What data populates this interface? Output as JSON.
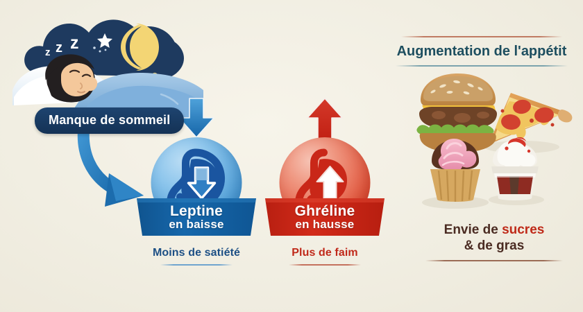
{
  "background_color": "#f2efe3",
  "sleep": {
    "label": "Manque de sommeil",
    "zzz": [
      "z",
      "z",
      "z"
    ],
    "label_bg": "#16365a"
  },
  "hormones": [
    {
      "id": "leptine",
      "arrow_direction": "down",
      "banner_line1": "Leptine",
      "banner_line2": "en baisse",
      "subtitle": "Moins de satiété",
      "color": "#1d6fb8",
      "banner_color": "#1462a8",
      "subtitle_color": "#1d4f85"
    },
    {
      "id": "ghreline",
      "arrow_direction": "up",
      "banner_line1": "Ghréline",
      "banner_line2": "en hausse",
      "subtitle": "Plus de faim",
      "color": "#d32a17",
      "banner_color": "#cf2718",
      "subtitle_color": "#c0291a"
    }
  ],
  "appetite": {
    "heading_part1": "Augmentation de ",
    "heading_part2": "l'appétit",
    "heading_color": "#1d4e5f"
  },
  "craving": {
    "line1_prefix": "Envie de ",
    "line1_highlight": "sucres",
    "line2": "& de gras",
    "text_color": "#4a2b22",
    "highlight_color": "#bf2a19"
  },
  "food_items": [
    "burger",
    "pizza-slice",
    "cupcake",
    "dessert-cup"
  ]
}
